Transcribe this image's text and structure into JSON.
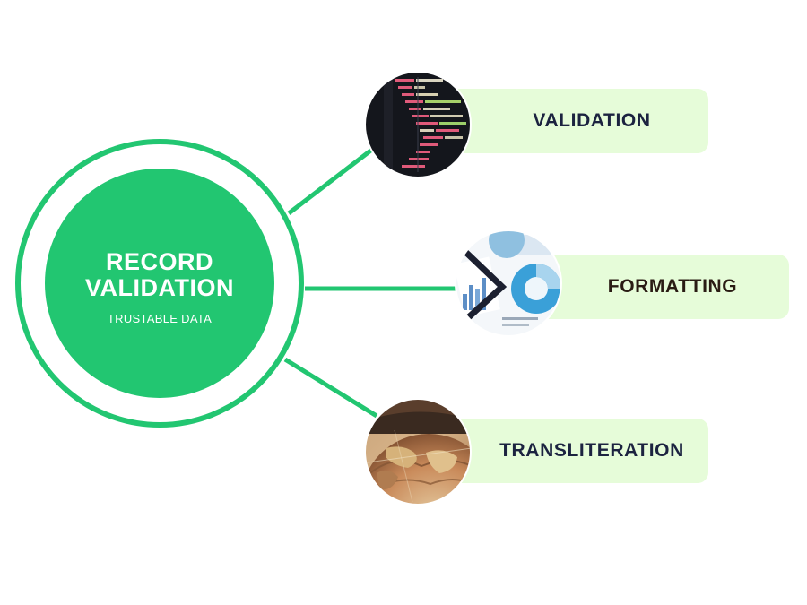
{
  "colors": {
    "accent": "#22c671",
    "pill": "#e6fcd9",
    "text_dark": "#1c2340",
    "text_brown": "#2a1c14"
  },
  "center": {
    "title_line1": "RECORD",
    "title_line2": "VALIDATION",
    "subtitle": "TRUSTABLE DATA"
  },
  "nodes": [
    {
      "label": "VALIDATION",
      "icon": "code-screen-photo"
    },
    {
      "label": "FORMATTING",
      "icon": "charts-report-photo"
    },
    {
      "label": "TRANSLITERATION",
      "icon": "globe-photo"
    }
  ]
}
